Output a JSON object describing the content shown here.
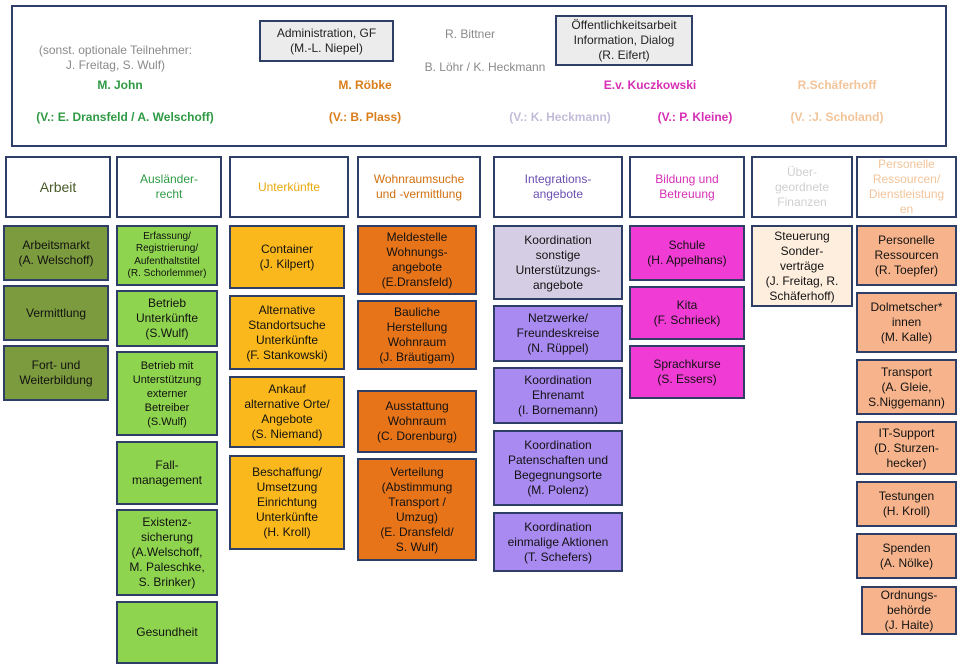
{
  "top": {
    "optional": "(sonst. optionale Teilnehmer:\nJ. Freitag, S. Wulf)",
    "admin": "Administration, GF\n(M.-L. Niepel)",
    "bittner": "R. Bittner",
    "loehr": "B. Löhr / K. Heckmann",
    "public": "Öffentlichkeitsarbeit\nInformation, Dialog\n(R. Eifert)",
    "leads": [
      {
        "name": "M. John",
        "deputy": "(V.: E. Dransfeld / A. Welschoff)",
        "color": "#2e9a44"
      },
      {
        "name": "M. Röbke",
        "deputy": "(V.: B. Plass)",
        "color": "#d97d1a"
      },
      {
        "name": "E.v. Kuczkowski",
        "deputy": "(V.: P. Kleine)",
        "color": "#d62fb4"
      },
      {
        "name": "",
        "deputy": "(V.: K. Heckmann)",
        "color": "#c3bcd8"
      },
      {
        "name": "R.Schäferhoff",
        "deputy": "(V. :J. Scholand)",
        "color": "#f2c49a"
      }
    ]
  },
  "columns": [
    {
      "header": "Arbeit",
      "header_color": "#4a5a28",
      "fill": "#7c9a3e",
      "items": [
        "Arbeitsmarkt\n(A. Welschoff)",
        "Vermittlung",
        "Fort- und\nWeiterbildung"
      ]
    },
    {
      "header": "Ausländer-\nrecht",
      "header_color": "#2e9a44",
      "fill": "#8fd44f",
      "items": [
        "Erfassung/\nRegistrierung/\nAufenthaltstitel\n(R. Schorlemmer)",
        "Betrieb\nUnterkünfte\n(S.Wulf)",
        "Betrieb mit\nUnterstützung\nexterner\nBetreiber\n(S.Wulf)",
        "Fall-\nmanagement",
        "Existenz-\nsicherung\n(A.Welschoff,\nM. Paleschke,\nS. Brinker)",
        "Gesundheit"
      ]
    },
    {
      "header": "Unterkünfte",
      "header_color": "#e8a80c",
      "fill": "#fbb81c",
      "items": [
        "Container\n(J. Kilpert)",
        "Alternative\nStandortsuche\nUnterkünfte\n(F. Stankowski)",
        "Ankauf\nalternative Orte/\nAngebote\n(S. Niemand)",
        "Beschaffung/\nUmsetzung\nEinrichtung\nUnterkünfte\n(H. Kroll)"
      ]
    },
    {
      "header": "Wohnraumsuche\nund -vermittlung",
      "header_color": "#d0700f",
      "fill": "#e8741a",
      "items": [
        "Meldestelle\nWohnungs-\nangebote\n(E.Dransfeld)",
        "Bauliche\nHerstellung\nWohnraum\n(J. Bräutigam)",
        "Ausstattung\nWohnraum\n(C. Dorenburg)",
        "Verteilung\n(Abstimmung\nTransport /\nUmzug)\n(E. Dransfeld/\nS. Wulf)"
      ]
    },
    {
      "header": "Integrations-\nangebote",
      "header_color": "#6a4fb0",
      "fill": "#a98af0",
      "items": [
        "Koordination\nsonstige\nUnterstützungs-\nangebote",
        "Netzwerke/\nFreundeskreise\n(N. Rüppel)",
        "Koordination\nEhrenamt\n(I. Bornemann)",
        "Koordination\nPatenschaften und\nBegegnungsorte\n(M. Polenz)",
        "Koordination\neinmalige Aktionen\n(T. Schefers)"
      ]
    },
    {
      "header": "Bildung und\nBetreuung",
      "header_color": "#d62fb4",
      "fill": "#f03cd4",
      "items": [
        "Schule\n(H. Appelhans)",
        "Kita\n(F. Schrieck)",
        "Sprachkurse\n(S. Essers)"
      ]
    },
    {
      "header": "Über-\ngeordnete\nFinanzen",
      "header_color": "#cfcfcf",
      "fill": "#fdeede",
      "items": [
        "Steuerung\nSonder-\nverträge\n(J. Freitag, R.\nSchäferhoff)"
      ]
    },
    {
      "header": "Personelle\nRessourcen/\nDienstleistung\nen",
      "header_color": "#f2c49a",
      "fill": "#f7b48c",
      "items": [
        "Personelle\nRessourcen\n(R. Toepfer)",
        "Dolmetscher*\ninnen\n(M. Kalle)",
        "Transport\n(A. Gleie,\nS.Niggemann)",
        "IT-Support\n(D. Sturzen-\nhecker)",
        "Testungen\n(H. Kroll)",
        "Spenden\n(A. Nölke)",
        "Ordnungs-\nbehörde\n(J. Haite)"
      ]
    }
  ]
}
